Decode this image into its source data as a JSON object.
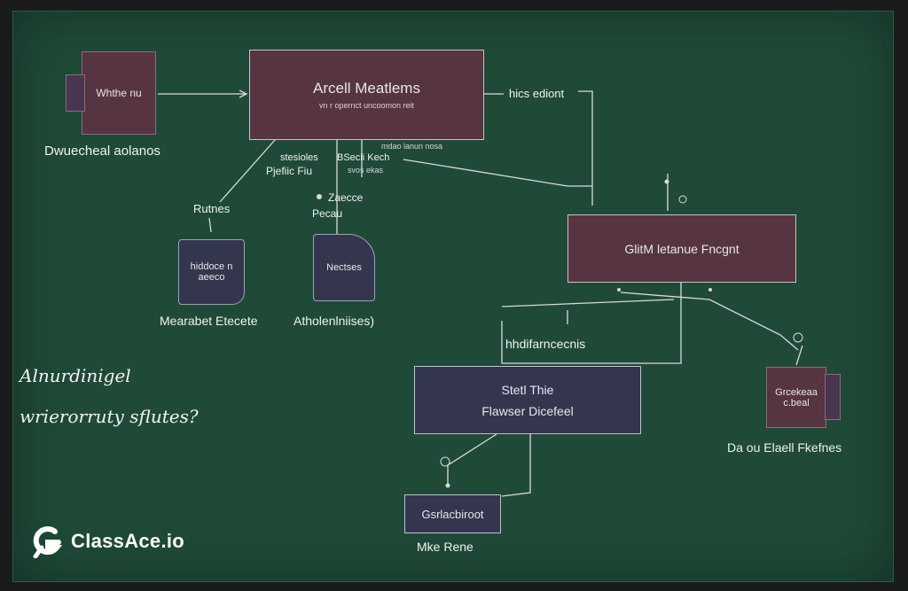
{
  "diagram": {
    "main_title": "Arcell Meatlems",
    "main_subtitle": "vn r opernct uncoomon reit",
    "top_left_card": "Whthe nu",
    "top_left_caption": "Dwuecheal aolanos",
    "right_top_label": "hics ediont",
    "right_box": "GlitM letanue Fncgnt",
    "mid_label_a": "mdao lanun nosa",
    "mid_label_b": "stesioles",
    "mid_label_c": "Pjefiic Fiu",
    "mid_label_d": "BSecli Kech",
    "mid_label_e": "svos ekas",
    "left_tag": "Rutnes",
    "center_tag_1": "Zaecce",
    "center_tag_2": "Pecau",
    "doc_left": "hiddoce n aeeco",
    "doc_center": "Nectses",
    "doc_left_caption": "Mearabet Etecete",
    "doc_center_caption": "Atholenlniises)",
    "lower_label": "hhdifarncecnis",
    "center_box_line1": "Stetl Thie",
    "center_box_line2": "Flawser Dicefeel",
    "right_doc": "Grcekeaa c.beal",
    "right_doc_caption": "Da ou Elaell Fkefnes",
    "bottom_box": "Gsrlacbiroot",
    "bottom_caption": "Mke Rene",
    "handwritten_1": "Alnurdinigel",
    "handwritten_2": "wrierorruty sflutes?"
  },
  "brand": {
    "logo_icon": "classace-logo-icon",
    "name": "ClassAce.io"
  },
  "colors": {
    "board": "#1f4a38",
    "maroon_box": "#573441",
    "slate_box": "#343650",
    "wire": "#d9d9de"
  }
}
